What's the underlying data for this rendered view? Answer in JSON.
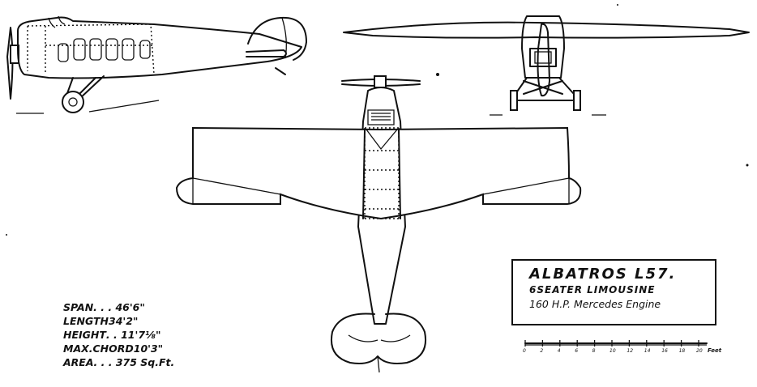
{
  "title": {
    "name": "ALBATROS  L57.",
    "subtitle": "6SEATER LIMOUSINE",
    "engine": "160 H.P. Mercedes Engine"
  },
  "specs": [
    {
      "label": "SPAN",
      "value": ". . .  46'6\""
    },
    {
      "label": "LENGTH",
      "value": "  34'2\""
    },
    {
      "label": "HEIGHT",
      "value": " . .  11'7⅛\""
    },
    {
      "label": "MAX.CHORD",
      "value": " 10'3\""
    },
    {
      "label": "AREA",
      "value": " . . .  375 Sq.Ft."
    }
  ],
  "scale": {
    "ticks": [
      "0",
      "2",
      "4",
      "6",
      "8",
      "10",
      "12",
      "14",
      "16",
      "18",
      "20"
    ],
    "unit": "Feet"
  }
}
